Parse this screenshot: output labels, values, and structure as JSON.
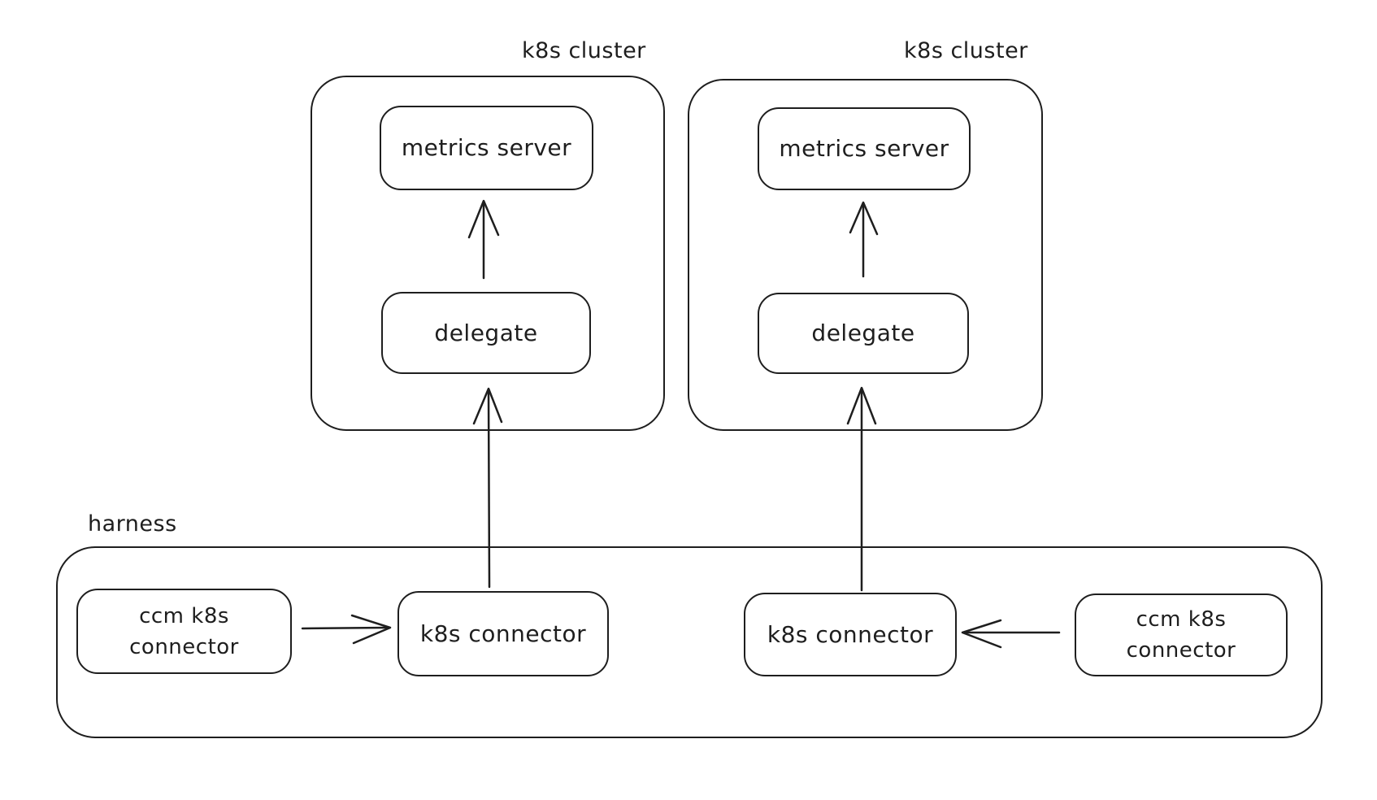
{
  "colors": {
    "stroke": "#1e1e1e",
    "background": "#ffffff"
  },
  "clusters": [
    {
      "label": "k8s cluster",
      "metrics_server_label": "metrics server",
      "delegate_label": "delegate"
    },
    {
      "label": "k8s cluster",
      "metrics_server_label": "metrics server",
      "delegate_label": "delegate"
    }
  ],
  "harness": {
    "label": "harness",
    "left_ccm_connector_label": "ccm k8s connector",
    "left_k8s_connector_label": "k8s connector",
    "right_k8s_connector_label": "k8s connector",
    "right_ccm_connector_label": "ccm k8s connector"
  },
  "connections": [
    {
      "from": "delegate",
      "to": "metrics server",
      "scope": "left k8s cluster"
    },
    {
      "from": "delegate",
      "to": "metrics server",
      "scope": "right k8s cluster"
    },
    {
      "from": "k8s connector (left)",
      "to": "delegate (left k8s cluster)",
      "scope": "harness to cluster"
    },
    {
      "from": "k8s connector (right)",
      "to": "delegate (right k8s cluster)",
      "scope": "harness to cluster"
    },
    {
      "from": "ccm k8s connector (left)",
      "to": "k8s connector (left)",
      "scope": "harness"
    },
    {
      "from": "ccm k8s connector (right)",
      "to": "k8s connector (right)",
      "scope": "harness"
    }
  ]
}
